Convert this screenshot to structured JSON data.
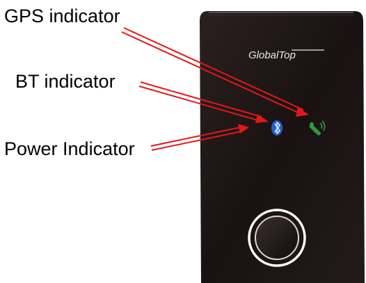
{
  "labels": {
    "gps": "GPS indicator",
    "bt": "BT indicator",
    "power": "Power Indicator"
  },
  "device": {
    "brand": "GlobalTop"
  },
  "colors": {
    "device_body": "#1c1414",
    "arrow": "#e01818",
    "bt_led": "#1f5fd6",
    "gps_led": "#2ea033",
    "button_ring": "#ffffff"
  },
  "icons": {
    "bt": "bluetooth-icon",
    "gps": "satellite-icon",
    "power": "power-icon"
  }
}
